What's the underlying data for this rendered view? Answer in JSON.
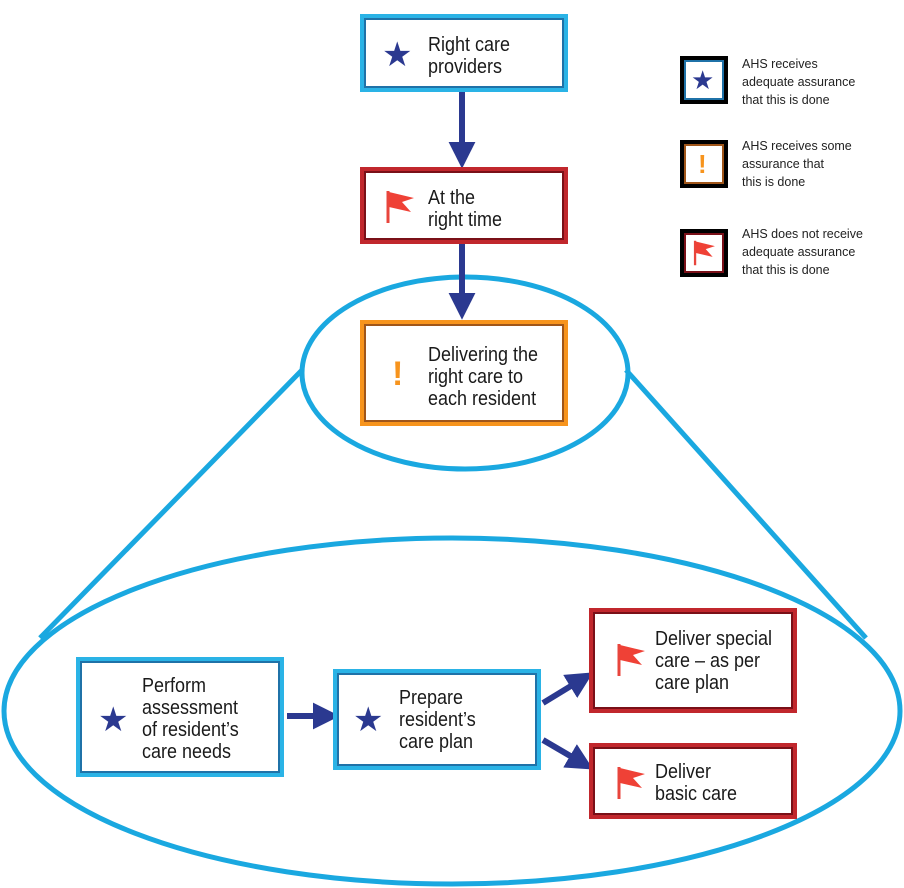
{
  "colors": {
    "assured": "#2ab3e6",
    "some": "#f7941d",
    "not_assured": "#c1272d",
    "arrow": "#2b3990",
    "lens": "#1aa8e0"
  },
  "nodes": {
    "right_care_providers": {
      "label": "Right care\nproviders",
      "icon": "star-icon"
    },
    "at_right_time": {
      "label": "At the\nright time",
      "icon": "flag-icon"
    },
    "delivering_right_care": {
      "label": "Delivering the\nright care to\neach resident",
      "icon": "exclamation-icon"
    },
    "perform_assessment": {
      "label": "Perform\nassessment\nof resident’s\ncare needs",
      "icon": "star-icon"
    },
    "prepare_care_plan": {
      "label": "Prepare\nresident’s\ncare plan",
      "icon": "star-icon"
    },
    "deliver_special_care": {
      "label": "Deliver special\ncare – as per\ncare plan",
      "icon": "flag-icon"
    },
    "deliver_basic_care": {
      "label": "Deliver\nbasic care",
      "icon": "flag-icon"
    }
  },
  "legend": [
    {
      "icon": "star-icon",
      "text": "AHS receives\nadequate assurance\nthat this is done"
    },
    {
      "icon": "exclamation-icon",
      "text": "AHS receives some\nassurance that\nthis is done"
    },
    {
      "icon": "flag-icon",
      "text": "AHS does not receive\nadequate assurance\nthat this is done"
    }
  ]
}
